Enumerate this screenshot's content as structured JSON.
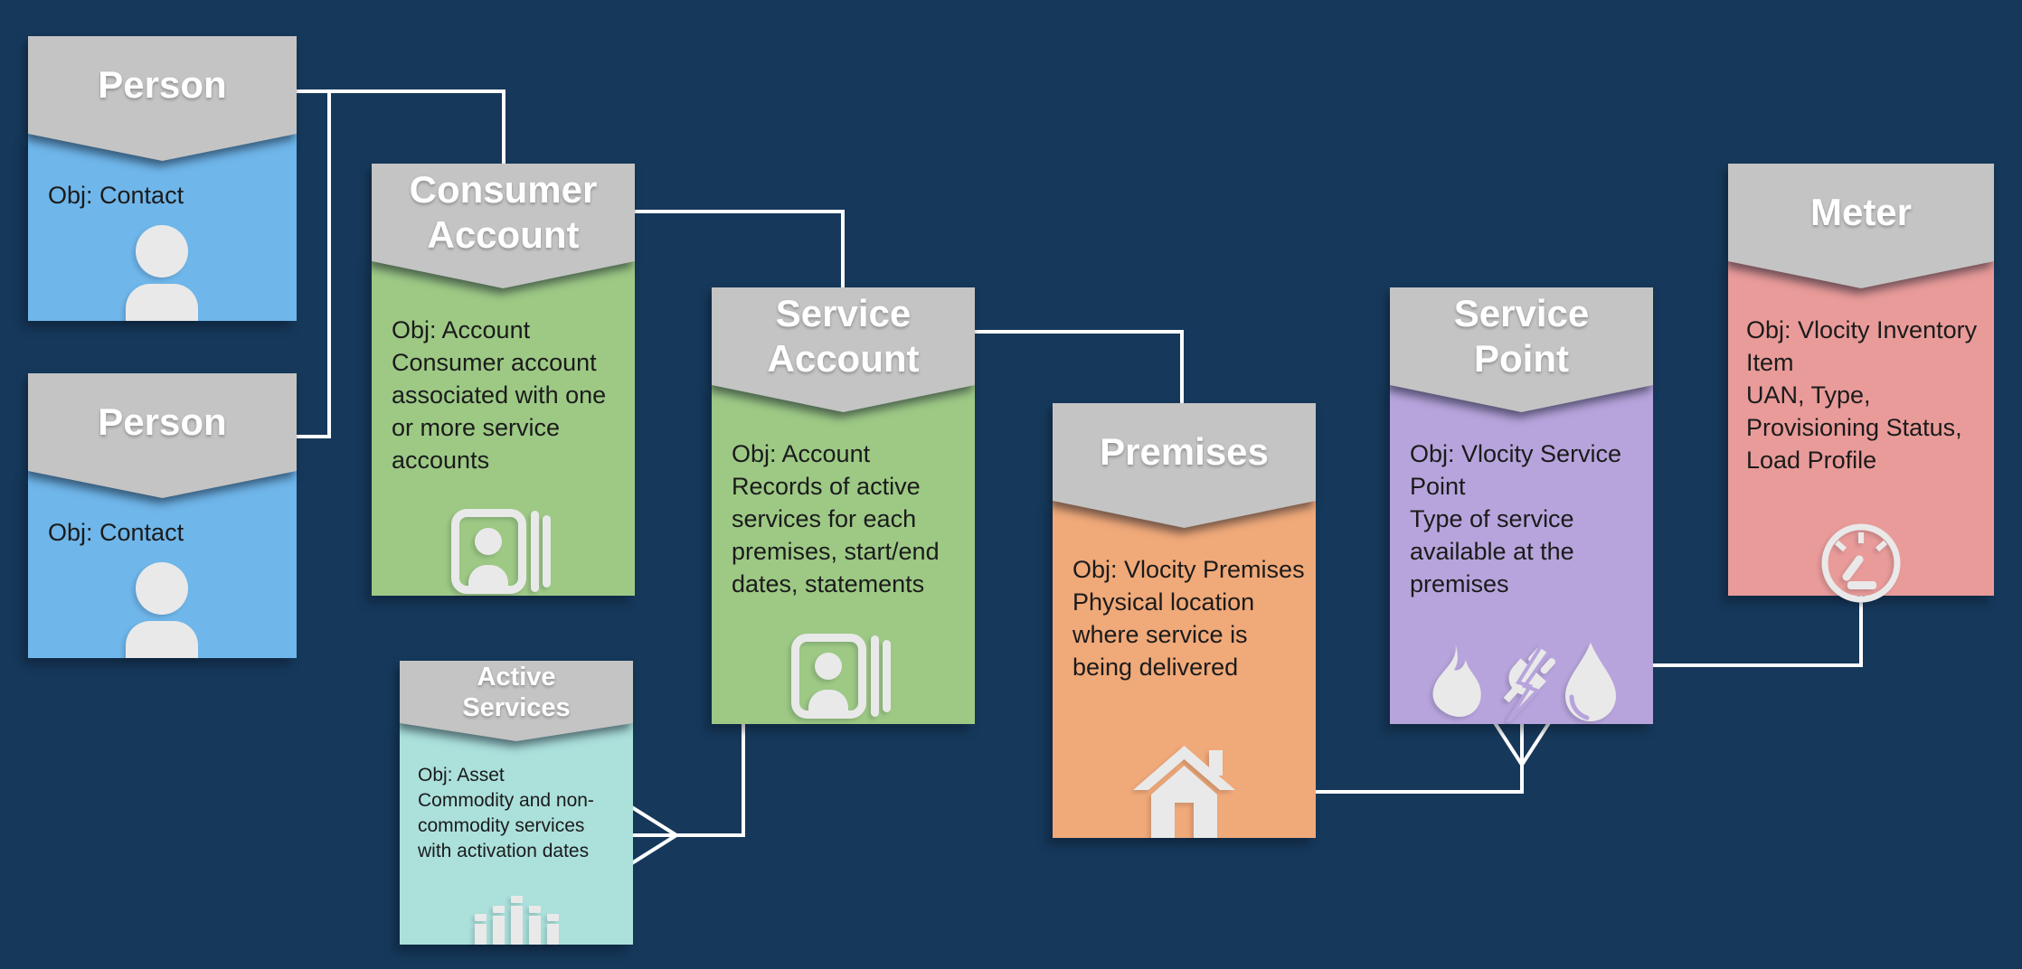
{
  "title": "Energy and utilities customer data model diagram",
  "colors": {
    "background": "#16395B",
    "header": "#C4C4C4",
    "title_text": "#FFFFFF",
    "body_text": "#1B1B1B",
    "connector": "#FFFFFF",
    "icon": "#E9E9E9"
  },
  "cards": {
    "person1": {
      "title": "Person",
      "text": "Obj: Contact",
      "color": "#6FB6EA",
      "icon": "person-icon"
    },
    "person2": {
      "title": "Person",
      "text": "Obj: Contact",
      "color": "#6FB6EA",
      "icon": "person-icon"
    },
    "consumer_account": {
      "title": "Consumer\nAccount",
      "text": "Obj: Account\nConsumer account associated with one or more service accounts",
      "color": "#9DC985",
      "icon": "contact-cards-icon"
    },
    "service_account": {
      "title": "Service\nAccount",
      "text": "Obj: Account\nRecords of active services for each premises, start/end dates, statements",
      "color": "#9DC985",
      "icon": "contact-cards-icon"
    },
    "active_services": {
      "title": "Active\nServices",
      "text": "Obj: Asset\nCommodity and non-commodity services with activation dates",
      "color": "#ABE0DB",
      "icon": "bar-chart-icon"
    },
    "premises": {
      "title": "Premises",
      "text": "Obj: Vlocity Premises\nPhysical location where service is being delivered",
      "color": "#F0A979",
      "icon": "house-icon"
    },
    "service_point": {
      "title": "Service\nPoint",
      "text": "Obj: Vlocity Service Point\nType of service available at the premises",
      "color": "#B7A4DC",
      "icon": "flame-icon, plug-lightning-icon, water-drop-icon"
    },
    "meter": {
      "title": "Meter",
      "text": "Obj: Vlocity Inventory Item\nUAN, Type, Provisioning Status, Load Profile",
      "color": "#E99B99",
      "icon": "gauge-icon"
    }
  },
  "connectors": [
    "person1 to consumer-account",
    "person2 joins person1 line",
    "consumer-account to service-account",
    "service-account to premises",
    "active-services to service-account (crow's foot at active-services)",
    "service-point to premises (crow's foot at service-point)",
    "meter to service-point"
  ]
}
